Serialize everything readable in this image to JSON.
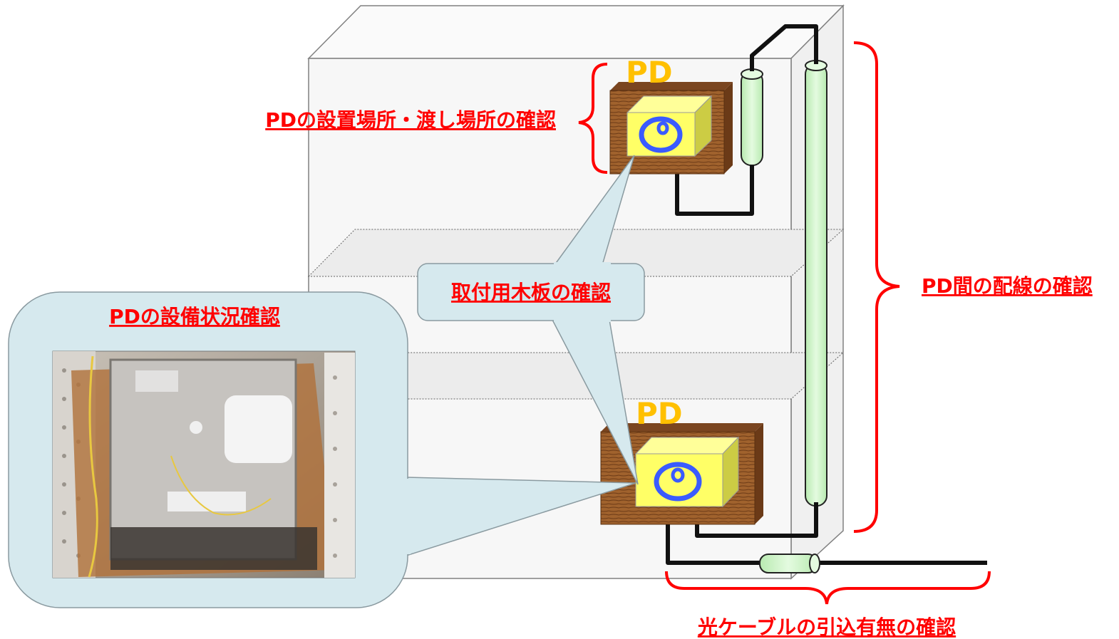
{
  "labels": {
    "pd_top": "PD",
    "pd_bottom": "PD",
    "install_location": "PDの設置場所・渡し場所の確認",
    "wooden_board": "取付用木板の確認",
    "equipment_status": "PDの設備状況確認",
    "wiring_between_pd": "PD間の配線の確認",
    "optical_cable": "光ケーブルの引込有無の確認"
  },
  "colors": {
    "annotation_red": "#ff0000",
    "pd_label_yellow": "#ffc000",
    "pd_box_yellow": "#ffff66",
    "pd_symbol_blue": "#3a5bff",
    "wood_brown": "#a0622d",
    "pipe_green": "#d4f7cc",
    "callout_fill": "#d6e9ee",
    "cabinet_line": "#808080"
  },
  "icons": {
    "pd_symbol": "circle-with-dot-icon"
  }
}
